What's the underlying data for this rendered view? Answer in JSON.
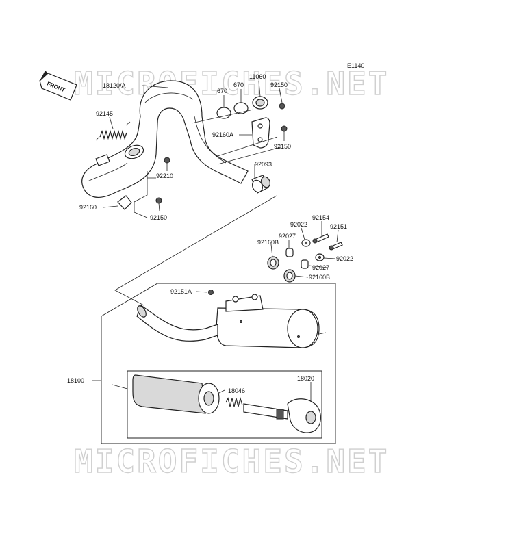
{
  "diagram": {
    "code": "E1140",
    "front_label": "FRONT",
    "watermark_top": "MICROFICHES.NET",
    "watermark_bottom": "MICROFICHES.NET",
    "labels": {
      "l18120A": "18120/A",
      "l670a": "670",
      "l670b": "670",
      "l11060": "11060",
      "l92150a": "92150",
      "l92145": "92145",
      "l92160A": "92160A",
      "l92150b": "92150",
      "l92093": "92093",
      "l92210": "92210",
      "l92160": "92160",
      "l92150c": "92150",
      "l92154": "92154",
      "l92022a": "92022",
      "l92151": "92151",
      "l92027a": "92027",
      "l92160Ba": "92160B",
      "l92022b": "92022",
      "l92027b": "92027",
      "l92160Bb": "92160B",
      "l92151A": "92151A",
      "l18100": "18100",
      "l18020": "18020",
      "l18046": "18046"
    }
  }
}
